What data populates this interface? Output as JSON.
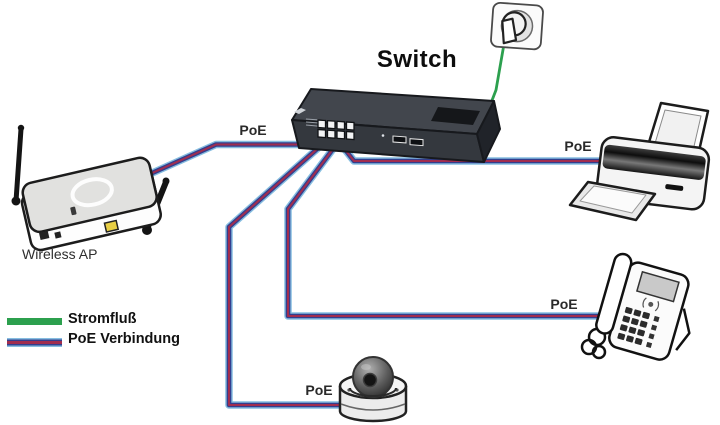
{
  "diagram": {
    "title": "Switch",
    "wireless_ap_label": "Wireless AP",
    "legend": {
      "items": [
        {
          "label": "Stromfluß",
          "type": "power-flow",
          "color": "#2ca04e"
        },
        {
          "label": "PoE Verbindung",
          "type": "poe-connection",
          "colors": [
            "#86bde0",
            "#333e8e",
            "#a12d4f"
          ]
        }
      ]
    },
    "devices": [
      {
        "name": "power-outlet"
      },
      {
        "name": "switch"
      },
      {
        "name": "wireless-ap"
      },
      {
        "name": "printer"
      },
      {
        "name": "ip-phone"
      },
      {
        "name": "dome-camera"
      }
    ],
    "connections": [
      {
        "from": "switch",
        "to": "wireless-ap",
        "label": "PoE"
      },
      {
        "from": "switch",
        "to": "printer",
        "label": "PoE"
      },
      {
        "from": "switch",
        "to": "ip-phone",
        "label": "PoE"
      },
      {
        "from": "switch",
        "to": "dome-camera",
        "label": "PoE"
      },
      {
        "from": "power-outlet",
        "to": "switch",
        "label": ""
      }
    ],
    "colors": {
      "background": "#ffffff",
      "power_line_green": "#2ca04e",
      "poe_edge_blue": "#86bde0",
      "poe_band_navy": "#333e8e",
      "poe_core_red": "#a12d4f",
      "switch_body": "#42464d",
      "text": "#111111"
    }
  }
}
